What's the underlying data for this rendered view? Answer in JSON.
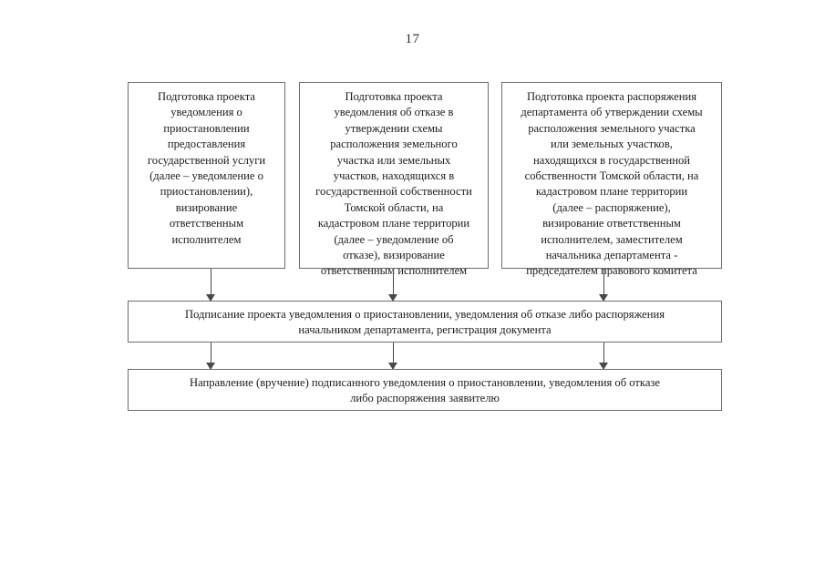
{
  "document": {
    "page_number": "17"
  },
  "flowchart": {
    "type": "process-flow",
    "orientation": "top-to-bottom",
    "top_row": [
      {
        "id": "suspend-notice",
        "text": "Подготовка проекта\nуведомления о\nприостановлении\nпредоставления\nгосударственной услуги\n(далее – уведомление о\nприостановлении),\nвизирование\nответственным\nисполнителем"
      },
      {
        "id": "refusal-notice",
        "text": "Подготовка проекта\nуведомления об отказе в\nутверждении схемы\nрасположения земельного\nучастка или земельных\nучастков, находящихся в\nгосударственной собственности\nТомской области, на\nкадастровом плане территории\n(далее – уведомление об\nотказе), визирование\nответственным исполнителем"
      },
      {
        "id": "order-draft",
        "text": "Подготовка проекта распоряжения\nдепартамента об утверждении схемы\nрасположения земельного участка\nили земельных участков,\nнаходящихся в государственной\nсобственности Томской области, на\nкадастровом плане территории\n(далее – распоряжение),\nвизирование ответственным\nисполнителем, заместителем\nначальника департамента -\nпредседателем правового комитета"
      }
    ],
    "signing_step": {
      "id": "signing",
      "text": "Подписание проекта уведомления о приостановлении, уведомления об отказе либо распоряжения\nначальником департамента, регистрация документа"
    },
    "delivery_step": {
      "id": "delivery",
      "text": "Направление (вручение) подписанного уведомления о приостановлении, уведомления об отказе\nлибо распоряжения заявителю"
    },
    "connectors": [
      {
        "id": "suspend-to-signing",
        "from": "suspend-notice",
        "to": "signing",
        "style": "arrow-down"
      },
      {
        "id": "refusal-to-signing",
        "from": "refusal-notice",
        "to": "signing",
        "style": "arrow-down"
      },
      {
        "id": "order-to-signing",
        "from": "order-draft",
        "to": "signing",
        "style": "arrow-down"
      },
      {
        "id": "signing-to-delivery-1",
        "from": "signing",
        "to": "delivery",
        "style": "arrow-down"
      },
      {
        "id": "signing-to-delivery-2",
        "from": "signing",
        "to": "delivery",
        "style": "arrow-down"
      },
      {
        "id": "signing-to-delivery-3",
        "from": "signing",
        "to": "delivery",
        "style": "arrow-down"
      }
    ],
    "colors": {
      "box_border": "#6e6e6e",
      "box_fill": "#ffffff",
      "connector": "#4a4a4a",
      "text": "#1c1c1c"
    }
  }
}
